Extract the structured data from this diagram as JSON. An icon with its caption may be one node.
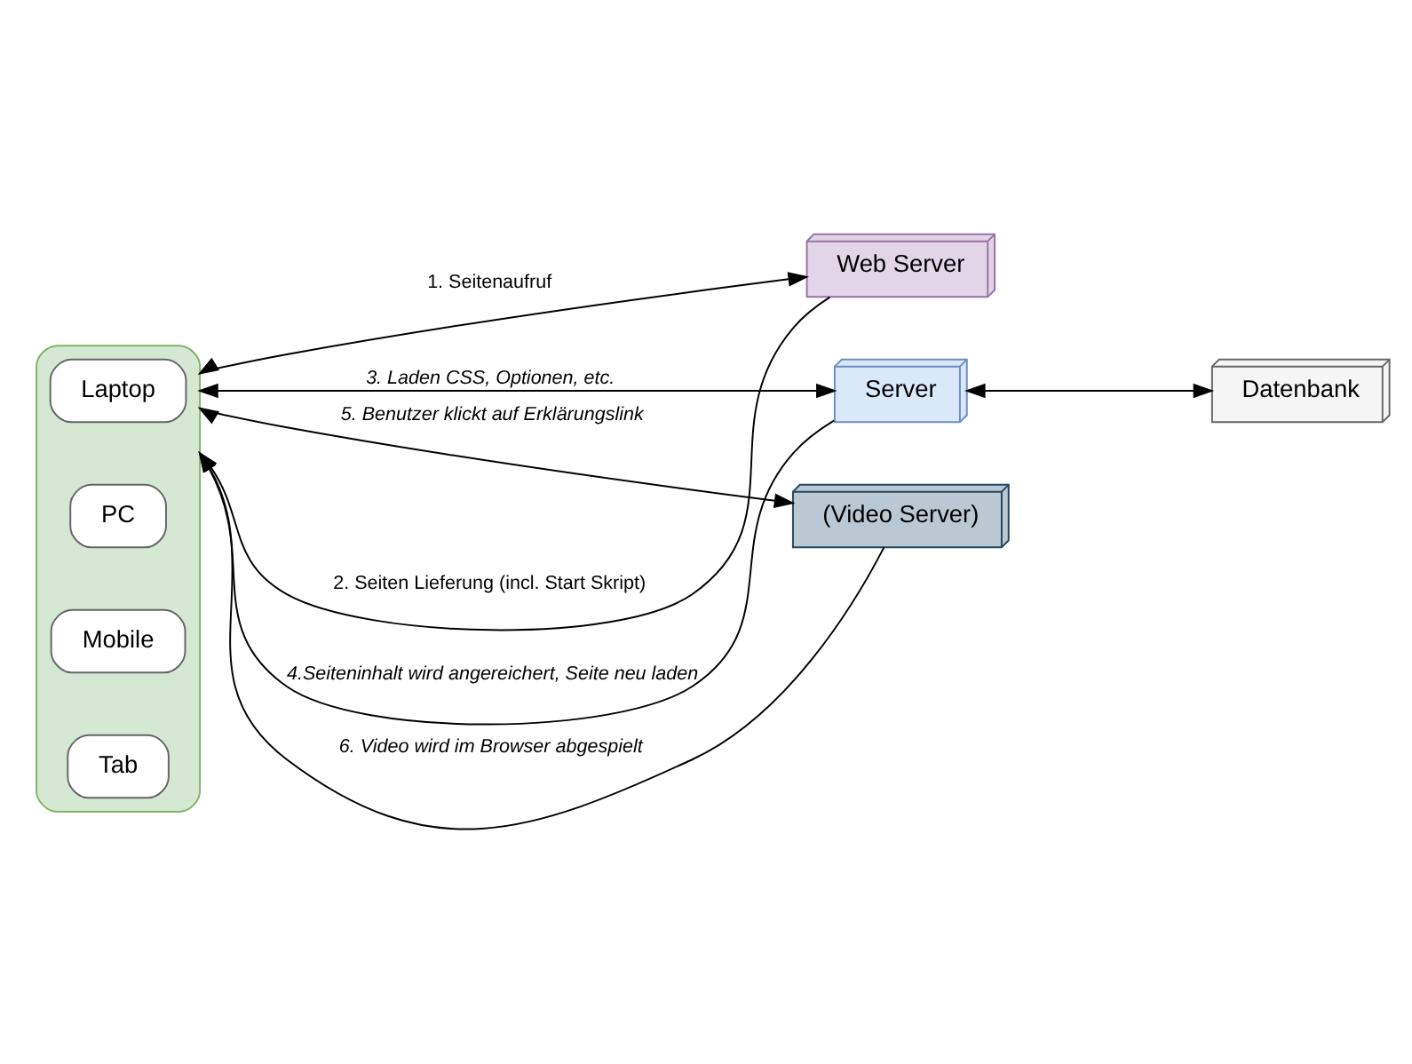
{
  "diagram": {
    "nodes": [
      {
        "text": [],
        "shape": "box"
      },
      {
        "text": [
          "Laptop"
        ],
        "in": 0
      },
      {
        "text": [
          "PC"
        ],
        "in": 0
      },
      {
        "text": [
          "Mobile"
        ],
        "in": 0
      },
      {
        "text": [
          "Tab"
        ],
        "in": 0
      },
      {
        "text": [
          "Web Server"
        ]
      },
      {
        "text": [
          "Server"
        ]
      },
      {
        "text": [
          "Datenbank"
        ]
      },
      {
        "text": [
          "(Video Server)"
        ]
      }
    ],
    "edges": [
      {
        "from": 0,
        "to": 5,
        "arrow": "both",
        "label": "1. Seitenaufruf"
      },
      {
        "from": 5,
        "to": 0,
        "arrow": "to",
        "label": "2. Seiten Lieferung (incl. Start Skript)"
      },
      {
        "from": 0,
        "to": 6,
        "arrow": "both",
        "label": "*3. Laden CSS, Optionen, etc.*"
      },
      {
        "from": 6,
        "to": 7,
        "arrow": "both"
      },
      {
        "from": 6,
        "to": 0,
        "arrow": "to",
        "label": "*4.Seiteninhalt wird angereichert, Seite neu laden*"
      },
      {
        "from": 0,
        "to": 8,
        "arrow": "both",
        "label": "*5. Benutzer klickt auf Erklärungslink*"
      },
      {
        "from": 8,
        "to": 0,
        "arrow": "to",
        "label": "*6. Video wird im Browser abgespielt*"
      }
    ]
  }
}
